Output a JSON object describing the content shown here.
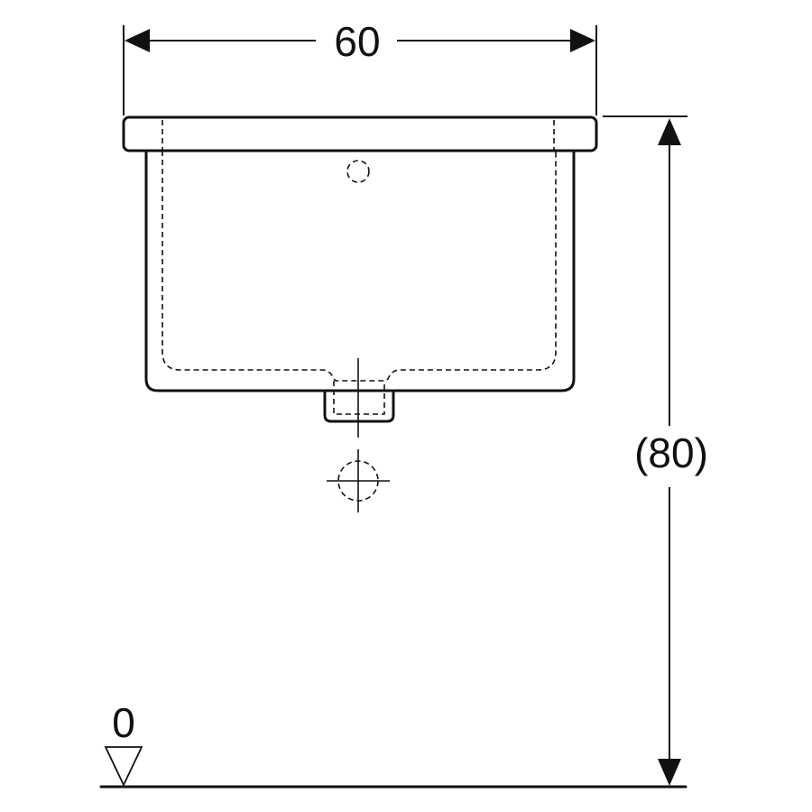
{
  "dimensions": {
    "width_label": "60",
    "height_label": "(80)",
    "floor_label": "0"
  },
  "colors": {
    "line": "#111111",
    "background": "#ffffff"
  }
}
